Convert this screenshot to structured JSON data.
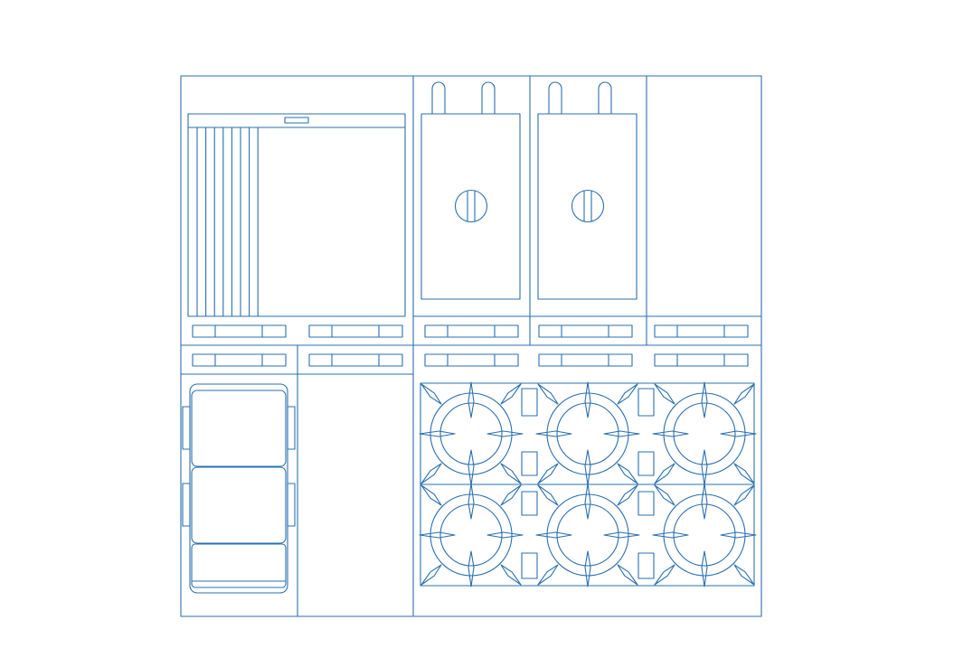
{
  "drawing": {
    "subject": "commercial-range-plan-view",
    "line_color": "#2a6fb0",
    "background_color": "#ffffff"
  },
  "modules": {
    "griddle": {
      "icon": "griddle-icon",
      "char_bars": 8,
      "control_knobs": 2
    },
    "fryers": {
      "count": 2,
      "icon": "fryer-icon",
      "baskets_per_fryer": 2
    },
    "blank_panel": {
      "icon": "blank-panel-icon"
    },
    "tilting_pan": {
      "icon": "tilting-pan-icon"
    },
    "storage_cabinet": {
      "icon": "cabinet-icon"
    },
    "range_top": {
      "icon": "burner-icon",
      "rows": 2,
      "columns": 3,
      "burner_count": 6
    }
  },
  "control_strip_count": 10
}
